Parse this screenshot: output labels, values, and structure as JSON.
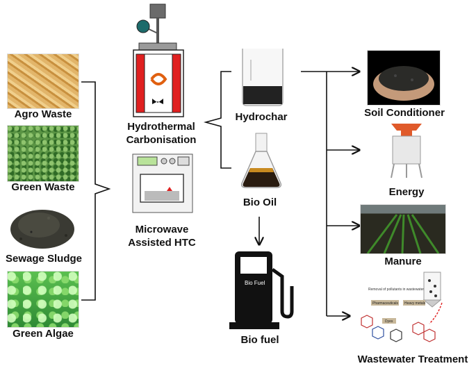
{
  "feedstocks": [
    {
      "label": "Agro Waste",
      "color": "#d8a85a"
    },
    {
      "label": "Green Waste",
      "color": "#4f8a3a"
    },
    {
      "label": "Sewage Sludge",
      "color": "#3b3b33"
    },
    {
      "label": "Green Algae",
      "color": "#4bb14f"
    }
  ],
  "processes": {
    "htc_line1": "Hydrothermal",
    "htc_line2": "Carbonisation",
    "mw_line1": "Microwave",
    "mw_line2": "Assisted HTC"
  },
  "products": {
    "hydrochar": "Hydrochar",
    "bio_oil": "Bio Oil",
    "bio_fuel": "Bio fuel",
    "pump_text": "Bio Fuel"
  },
  "applications": [
    "Soil Conditioner",
    "Energy",
    "Manure",
    "Wastewater Treatment"
  ],
  "wastewater_inset": {
    "title": "Removal of pollutants in wastewater",
    "box1": "Pharmaceuticals",
    "box2": "Heavy metals",
    "box3": "Dyes"
  },
  "colors": {
    "line": "#111111",
    "heater": "#e02020",
    "char": "#222222"
  }
}
